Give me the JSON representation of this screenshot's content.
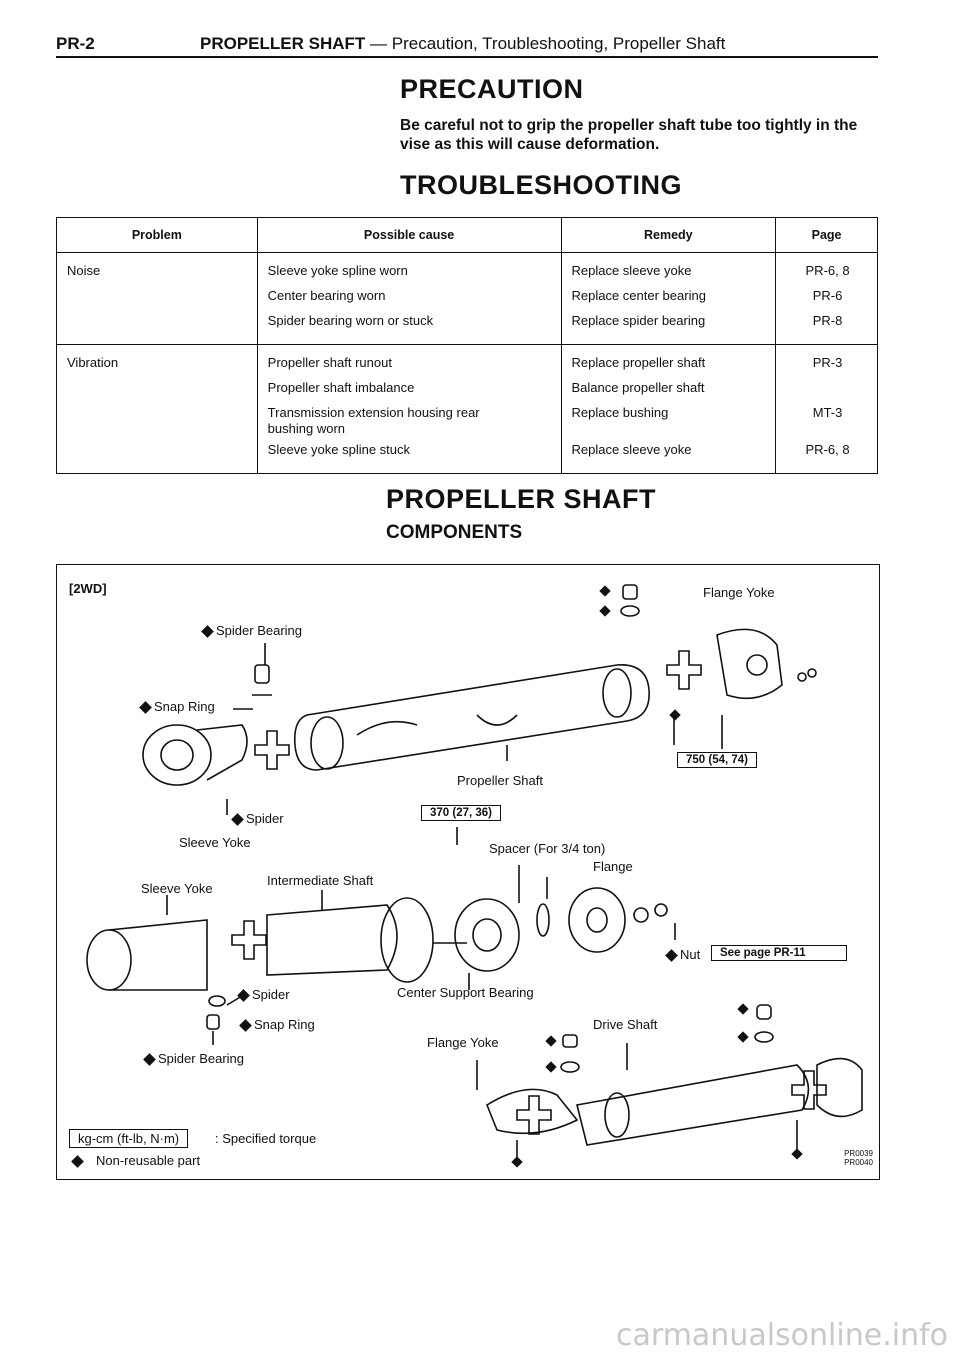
{
  "header": {
    "page_id": "PR-2",
    "section": "PROPELLER SHAFT",
    "subtitle": "— Precaution, Troubleshooting, Propeller Shaft"
  },
  "precaution": {
    "title": "PRECAUTION",
    "text": "Be careful not to grip the propeller shaft tube too tightly in the vise as this will cause deformation."
  },
  "troubleshooting": {
    "title": "TROUBLESHOOTING",
    "columns": [
      "Problem",
      "Possible cause",
      "Remedy",
      "Page"
    ],
    "groups": [
      {
        "problem": "Noise",
        "rows": [
          {
            "cause": "Sleeve yoke spline worn",
            "remedy": "Replace sleeve yoke",
            "page": "PR-6, 8"
          },
          {
            "cause": "Center bearing worn",
            "remedy": "Replace center bearing",
            "page": "PR-6"
          },
          {
            "cause": "Spider bearing worn or stuck",
            "remedy": "Replace spider bearing",
            "page": "PR-8"
          }
        ]
      },
      {
        "problem": "Vibration",
        "rows": [
          {
            "cause": "Propeller shaft runout",
            "remedy": "Replace propeller shaft",
            "page": "PR-3"
          },
          {
            "cause": "Propeller shaft imbalance",
            "remedy": "Balance propeller shaft",
            "page": ""
          },
          {
            "cause": "Transmission extension housing rear bushing worn",
            "remedy": "Replace bushing",
            "page": "MT-3"
          },
          {
            "cause": "Sleeve yoke spline stuck",
            "remedy": "Replace sleeve yoke",
            "page": "PR-6, 8"
          }
        ]
      }
    ]
  },
  "propeller_shaft": {
    "title": "PROPELLER SHAFT",
    "subtitle": "COMPONENTS"
  },
  "diagram": {
    "variant": "[2WD]",
    "labels": {
      "flange_yoke_top": "Flange Yoke",
      "spider_bearing_top": "Spider Bearing",
      "snap_ring_top": "Snap Ring",
      "propeller_shaft": "Propeller Shaft",
      "spider_top": "Spider",
      "sleeve_yoke_top": "Sleeve Yoke",
      "spacer": "Spacer (For 3/4 ton)",
      "flange": "Flange",
      "intermediate_shaft": "Intermediate Shaft",
      "sleeve_yoke_bottom": "Sleeve Yoke",
      "nut": "Nut",
      "spider_bottom": "Spider",
      "center_support_bearing": "Center Support Bearing",
      "snap_ring_bottom": "Snap Ring",
      "drive_shaft": "Drive Shaft",
      "flange_yoke_bottom": "Flange Yoke",
      "spider_bearing_bottom": "Spider Bearing"
    },
    "torque_boxes": {
      "flange": "750 (54, 74)",
      "center": "370 (27, 36)",
      "nut": "See page PR-11"
    },
    "legend": {
      "torque_box": "kg-cm (ft-lb, N·m)",
      "torque_text": ": Specified torque",
      "nonreusable": "Non-reusable part"
    },
    "figure_codes": [
      "PR0039",
      "PR0040"
    ]
  },
  "watermark": "carmanualsonline.info"
}
